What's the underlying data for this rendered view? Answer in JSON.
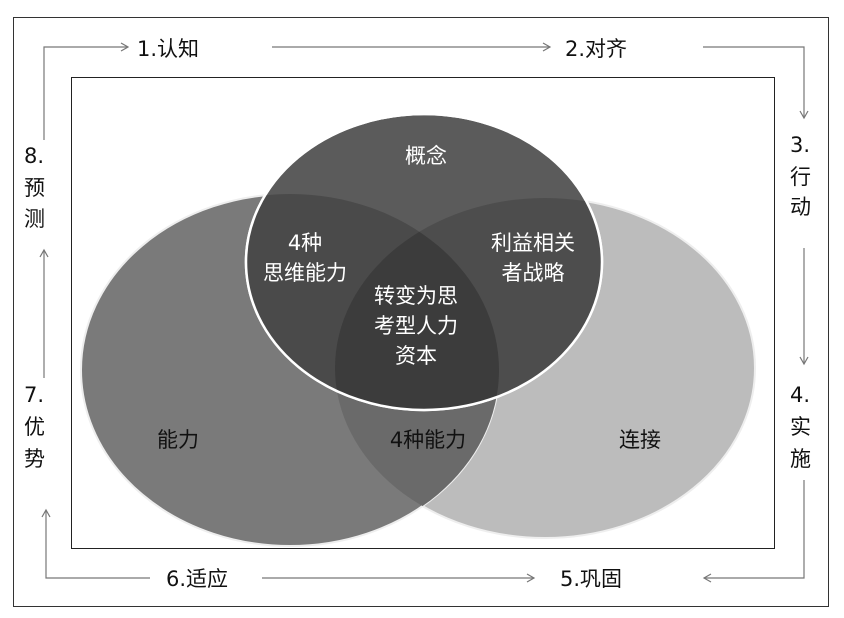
{
  "cycle": {
    "step1": "1.认知",
    "step2": "2.对齐",
    "step3": [
      "3.",
      "行",
      "动"
    ],
    "step4": [
      "4.",
      "实",
      "施"
    ],
    "step5": "5.巩固",
    "step6": "6.适应",
    "step7": [
      "7.",
      "优",
      "势"
    ],
    "step8": [
      "8.",
      "预",
      "测"
    ]
  },
  "venn": {
    "top": "概念",
    "left": "能力",
    "right": "连接",
    "top_left": [
      "4种",
      "思维能力"
    ],
    "top_right": [
      "利益相关",
      "者战略"
    ],
    "bottom": "4种能力",
    "center": [
      "转变为思",
      "考型人力",
      "资本"
    ]
  },
  "colors": {
    "top_circle": "#5b5b5b",
    "left_circle": "#7a7a7a",
    "right_circle": "#bcbcbc",
    "overlap_dark": "#3c3c3c"
  }
}
